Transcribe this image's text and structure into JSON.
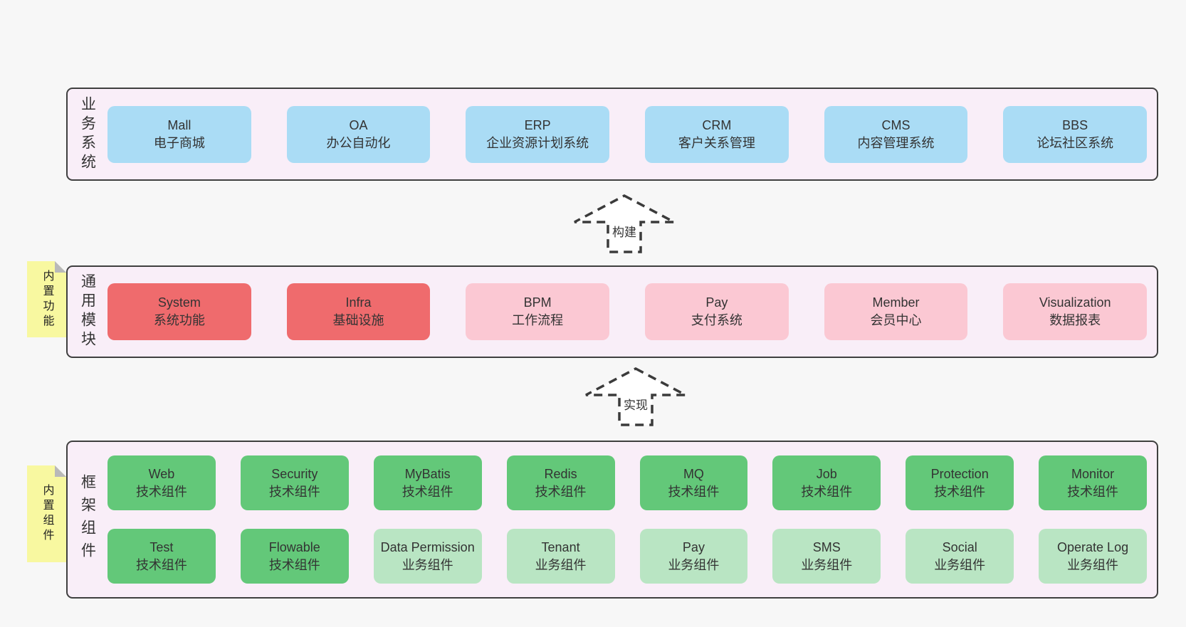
{
  "colors": {
    "page-bg": "#f7f7f7",
    "panel-bg": "#f9eef8",
    "panel-border": "#3f3f3f",
    "blue": "#aadcf5",
    "red": "#ef6b6d",
    "pink": "#fbc8d3",
    "green": "#63c879",
    "green-light": "#b9e5c3",
    "yellow": "#f8f8a0",
    "fold": "#b9b9b9",
    "text": "#333333",
    "arrow": "#3b3b3b"
  },
  "diagram": {
    "sections": [
      {
        "label": "业务系统",
        "rows": [
          [
            {
              "en": "Mall",
              "zh": "电子商城"
            },
            {
              "en": "OA",
              "zh": "办公自动化"
            },
            {
              "en": "ERP",
              "zh": "企业资源计划系统"
            },
            {
              "en": "CRM",
              "zh": "客户关系管理"
            },
            {
              "en": "CMS",
              "zh": "内容管理系统"
            },
            {
              "en": "BBS",
              "zh": "论坛社区系统"
            }
          ]
        ]
      },
      {
        "label": "通用模块",
        "sticky": "内置功能",
        "rows": [
          [
            {
              "en": "System",
              "zh": "系统功能"
            },
            {
              "en": "Infra",
              "zh": "基础设施"
            },
            {
              "en": "BPM",
              "zh": "工作流程"
            },
            {
              "en": "Pay",
              "zh": "支付系统"
            },
            {
              "en": "Member",
              "zh": "会员中心"
            },
            {
              "en": "Visualization",
              "zh": "数据报表"
            }
          ]
        ]
      },
      {
        "label": "框架组件",
        "sticky": "内置组件",
        "rows": [
          [
            {
              "en": "Web",
              "zh": "技术组件"
            },
            {
              "en": "Security",
              "zh": "技术组件"
            },
            {
              "en": "MyBatis",
              "zh": "技术组件"
            },
            {
              "en": "Redis",
              "zh": "技术组件"
            },
            {
              "en": "MQ",
              "zh": "技术组件"
            },
            {
              "en": "Job",
              "zh": "技术组件"
            },
            {
              "en": "Protection",
              "zh": "技术组件"
            },
            {
              "en": "Monitor",
              "zh": "技术组件"
            }
          ],
          [
            {
              "en": "Test",
              "zh": "技术组件"
            },
            {
              "en": "Flowable",
              "zh": "技术组件"
            },
            {
              "en": "Data Permission",
              "zh": "业务组件"
            },
            {
              "en": "Tenant",
              "zh": "业务组件"
            },
            {
              "en": "Pay",
              "zh": "业务组件"
            },
            {
              "en": "SMS",
              "zh": "业务组件"
            },
            {
              "en": "Social",
              "zh": "业务组件"
            },
            {
              "en": "Operate Log",
              "zh": "业务组件"
            }
          ]
        ]
      }
    ],
    "arrows": [
      {
        "label": "构建"
      },
      {
        "label": "实现"
      }
    ]
  }
}
